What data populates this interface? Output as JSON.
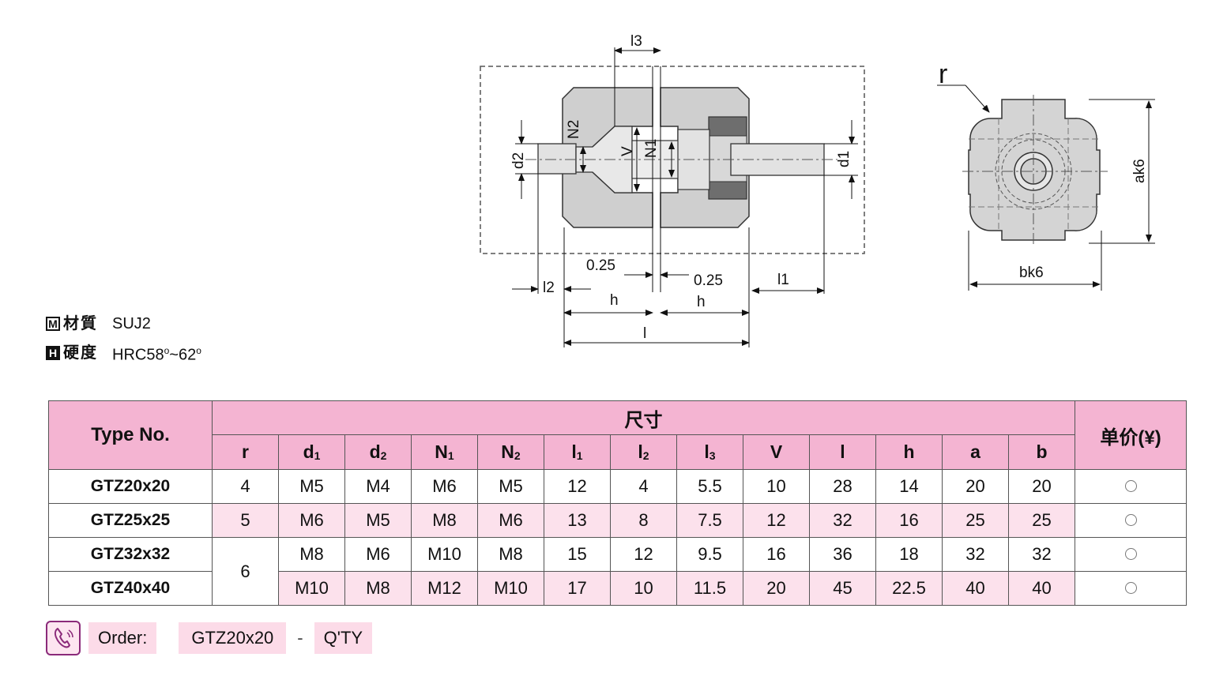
{
  "drawing": {
    "side_labels": {
      "l3": "l3",
      "n2": "N2",
      "d2": "d2",
      "v": "V",
      "n1": "N1",
      "d1": "d1",
      "gap_left": "0.25",
      "gap_right": "0.25",
      "l2": "l2",
      "l1": "l1",
      "h_left": "h",
      "h_right": "h",
      "l": "l"
    },
    "end_labels": {
      "r": "r",
      "ak6": "ak6",
      "bk6": "bk6"
    }
  },
  "specs": {
    "material": {
      "badge": "M",
      "label": "材質",
      "value": "SUJ2"
    },
    "hardness": {
      "badge": "H",
      "label": "硬度",
      "value_main": "HRC58",
      "deg1": "o",
      "value_mid": "~62",
      "deg2": "o"
    }
  },
  "table": {
    "type_header": "Type No.",
    "size_header": "尺寸",
    "price_header": "单价(¥)",
    "columns": [
      {
        "main": "r",
        "sub": ""
      },
      {
        "main": "d",
        "sub": "1"
      },
      {
        "main": "d",
        "sub": "2"
      },
      {
        "main": "N",
        "sub": "1"
      },
      {
        "main": "N",
        "sub": "2"
      },
      {
        "main": "l",
        "sub": "1"
      },
      {
        "main": "l",
        "sub": "2"
      },
      {
        "main": "l",
        "sub": "3"
      },
      {
        "main": "V",
        "sub": ""
      },
      {
        "main": "l",
        "sub": ""
      },
      {
        "main": "h",
        "sub": ""
      },
      {
        "main": "a",
        "sub": ""
      },
      {
        "main": "b",
        "sub": ""
      }
    ],
    "rows": [
      {
        "type": "GTZ20x20",
        "r": "4",
        "values": [
          "M5",
          "M4",
          "M6",
          "M5",
          "12",
          "4",
          "5.5",
          "10",
          "28",
          "14",
          "20",
          "20"
        ]
      },
      {
        "type": "GTZ25x25",
        "r": "5",
        "values": [
          "M6",
          "M5",
          "M8",
          "M6",
          "13",
          "8",
          "7.5",
          "12",
          "32",
          "16",
          "25",
          "25"
        ]
      },
      {
        "type": "GTZ32x32",
        "r": "6",
        "values": [
          "M8",
          "M6",
          "M10",
          "M8",
          "15",
          "12",
          "9.5",
          "16",
          "36",
          "18",
          "32",
          "32"
        ]
      },
      {
        "type": "GTZ40x40",
        "r": "",
        "values": [
          "M10",
          "M8",
          "M12",
          "M10",
          "17",
          "10",
          "11.5",
          "20",
          "45",
          "22.5",
          "40",
          "40"
        ]
      }
    ]
  },
  "order": {
    "label": "Order:",
    "code": "GTZ20x20",
    "dash": "-",
    "qty": "Q'TY"
  }
}
